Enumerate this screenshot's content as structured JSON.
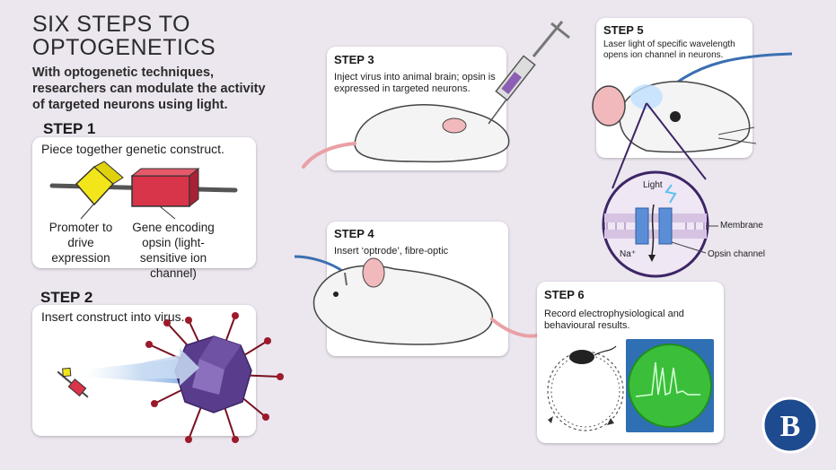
{
  "header": {
    "title_line1": "SIX STEPS TO",
    "title_line2": "OPTOGENETICS",
    "intro": "With optogenetic techniques, researchers can modulate the activity of targeted neurons using light."
  },
  "step1": {
    "heading": "STEP 1",
    "text": "Piece together genetic construct.",
    "promoter_label": "Promoter to drive expression",
    "gene_label": "Gene encoding opsin (light-sensitive ion channel)"
  },
  "step2": {
    "heading": "STEP 2",
    "text": "Insert construct into virus."
  },
  "step3": {
    "heading": "STEP 3",
    "text": "Inject virus into animal brain; opsin is expressed in targeted neurons."
  },
  "step4": {
    "heading": "STEP 4",
    "text": "Insert ‘optrode’, fibre-optic"
  },
  "step5": {
    "heading": "STEP 5",
    "text": "Laser light of specific wavelength opens ion channel in neurons.",
    "light_label": "Light",
    "membrane_label": "Membrane",
    "ion_label": "Na⁺",
    "channel_label": "Opsin channel"
  },
  "step6": {
    "heading": "STEP 6",
    "text": "Record electrophysiological and behavioural results."
  },
  "colors": {
    "background": "#ece6ef",
    "promoter": "#f2e51a",
    "gene": "#d8344a",
    "virus": "#5a3c8c",
    "tube": "#3a6fb0",
    "screen": "#3bbf3b",
    "logo": "#1e4a8f"
  },
  "icons": [
    "syringe-icon",
    "hse-logo-icon"
  ]
}
